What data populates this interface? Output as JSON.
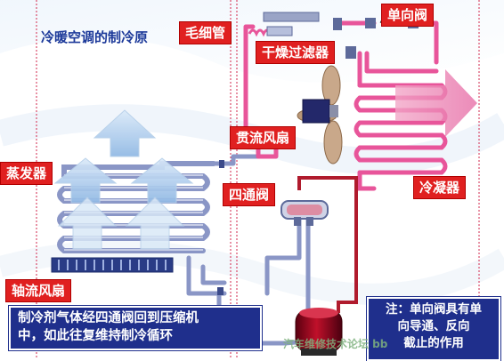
{
  "diagram": {
    "title": "冷暖空调的制冷原",
    "labels": {
      "capillary": "毛细管",
      "check_valve": "单向阀",
      "dryer_filter": "干燥过滤器",
      "crossflow_fan": "贯流风扇",
      "evaporator": "蒸发器",
      "four_way_valve": "四通阀",
      "condenser": "冷凝器",
      "axial_fan": "轴流风扇"
    },
    "captions": {
      "cycle_line1": "制冷剂气体经四通阀回到压缩机",
      "cycle_line2": "中，如此往复维持制冷循环",
      "note_line1": "注：单向阀具有单",
      "note_line2": "向导通、反向",
      "note_line3": "截止的作用"
    },
    "watermark": "汽车维修技术论坛 bb",
    "colors": {
      "label_bg": "#e02020",
      "note_bg": "#1f2f8c",
      "hot_pipe": "#e8559a",
      "cold_pipe": "#8a96c6",
      "title": "#1d3a9a"
    }
  }
}
